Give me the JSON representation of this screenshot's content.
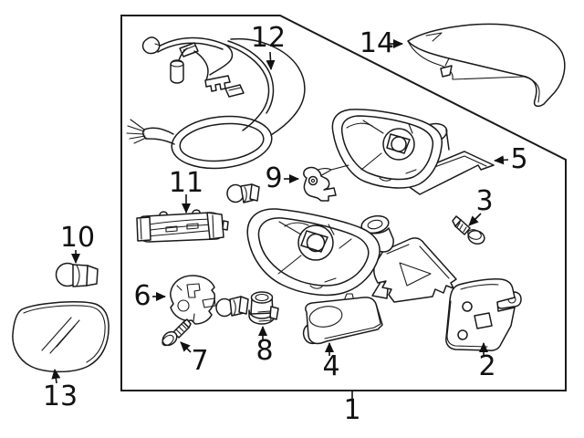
{
  "diagram_type": "exploded-parts-diagram",
  "colors": {
    "background": "#ffffff",
    "line": "#1a1a1a",
    "label_text": "#111111"
  },
  "callouts": [
    {
      "number": "1"
    },
    {
      "number": "2"
    },
    {
      "number": "3"
    },
    {
      "number": "4"
    },
    {
      "number": "5"
    },
    {
      "number": "6"
    },
    {
      "number": "7"
    },
    {
      "number": "8"
    },
    {
      "number": "9"
    },
    {
      "number": "10"
    },
    {
      "number": "11"
    },
    {
      "number": "12"
    },
    {
      "number": "13"
    },
    {
      "number": "14"
    }
  ]
}
